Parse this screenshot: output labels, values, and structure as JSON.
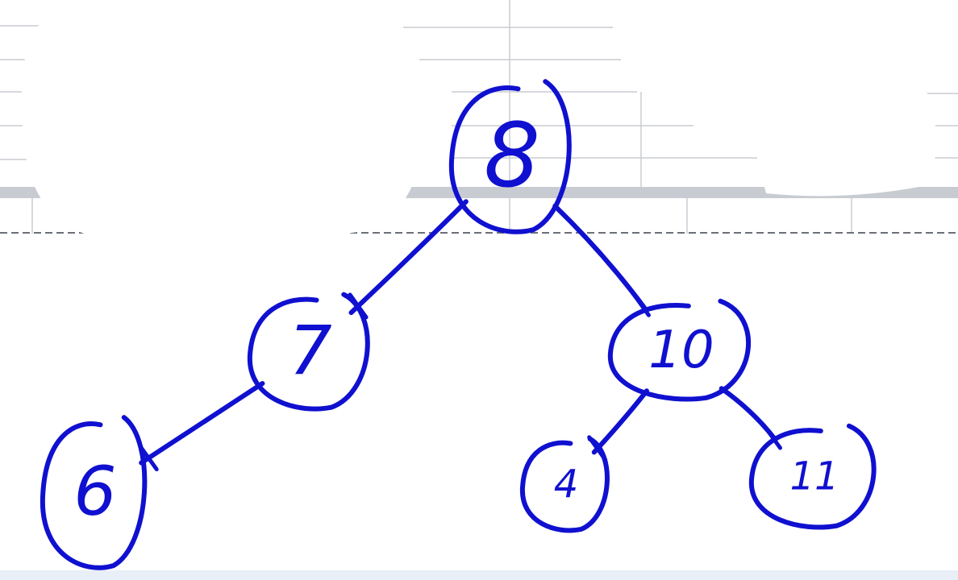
{
  "ink_color": "#1010d0",
  "grid_color": "#c8ccd2",
  "divider_color": "#6b7078",
  "bottom_band_color": "#e9eff7",
  "tree": {
    "nodes": [
      {
        "id": "n8",
        "label": "8",
        "parent": null
      },
      {
        "id": "n7",
        "label": "7",
        "parent": "n8"
      },
      {
        "id": "n10",
        "label": "10",
        "parent": "n8"
      },
      {
        "id": "n6",
        "label": "6",
        "parent": "n7"
      },
      {
        "id": "n4",
        "label": "4",
        "parent": "n10"
      },
      {
        "id": "n11",
        "label": "11",
        "parent": "n10"
      }
    ]
  }
}
